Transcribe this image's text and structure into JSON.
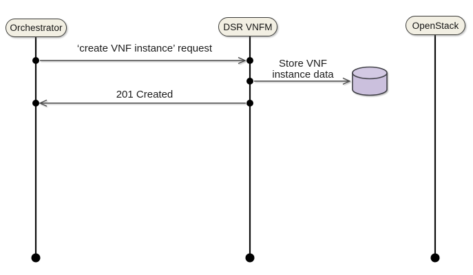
{
  "diagram": {
    "type": "sequence-diagram",
    "background": "#ffffff",
    "actors": [
      {
        "label": "Orchestrator"
      },
      {
        "label": "DSR VNFM"
      },
      {
        "label": "OpenStack"
      }
    ],
    "messages": [
      {
        "from": "Orchestrator",
        "to": "DSR VNFM",
        "direction": "right",
        "label": "‘create VNF instance’ request"
      },
      {
        "from": "DSR VNFM",
        "to": "database",
        "direction": "right",
        "label": "Store VNF\ninstance data"
      },
      {
        "from": "DSR VNFM",
        "to": "Orchestrator",
        "direction": "left",
        "label": "201 Created"
      }
    ],
    "database": {
      "icon": "database-cylinder-icon",
      "fill": "#cbc0dd"
    },
    "colors": {
      "actor_fill": "#f2efe3",
      "actor_border": "#3b3b38",
      "lifeline": "#0d0d0d",
      "message_line": "#4a4a4a",
      "dot": "#000000",
      "database_fill": "#cbc0dd",
      "database_border": "#3f3f46",
      "text": "#1a1a1a"
    }
  }
}
